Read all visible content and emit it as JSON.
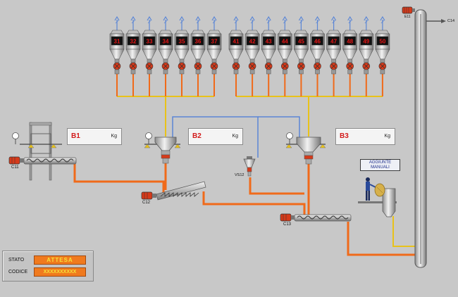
{
  "silos_left": [
    "31",
    "32",
    "33",
    "34",
    "35",
    "36",
    "37"
  ],
  "silos_right": [
    "41",
    "42",
    "43",
    "44",
    "45",
    "46",
    "47",
    "48",
    "49",
    "50"
  ],
  "scales": [
    {
      "name": "B1",
      "unit": "Kg"
    },
    {
      "name": "B2",
      "unit": "Kg"
    },
    {
      "name": "B3",
      "unit": "Kg"
    }
  ],
  "motors": {
    "c11": "C11",
    "c12": "C12",
    "c13": "C13",
    "e11": "E11",
    "vs12": "VS12",
    "c14": "C14"
  },
  "manual_button": {
    "line1": "AGGIUNTE",
    "line2": "MANUALI"
  },
  "status": {
    "stato_label": "STATO",
    "stato_value": "ATTESA",
    "codice_label": "CODICE",
    "codice_value": "XXXXXXXXXX"
  },
  "colors": {
    "pipe_orange": "#f06a1a",
    "pipe_yellow": "#e8c21a",
    "pipe_blue": "#5a86d6",
    "display_red": "#e81616",
    "background": "#c8c8c8"
  }
}
